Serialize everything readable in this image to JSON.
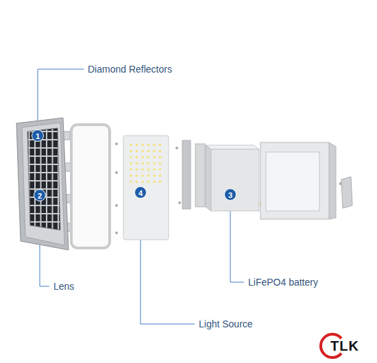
{
  "diagram": {
    "labels": [
      "Diamond Reflectors",
      "1",
      "2",
      "Lens",
      "4",
      "3",
      "LiFePO4 battery",
      "Light Source",
      "TLK"
    ]
  }
}
